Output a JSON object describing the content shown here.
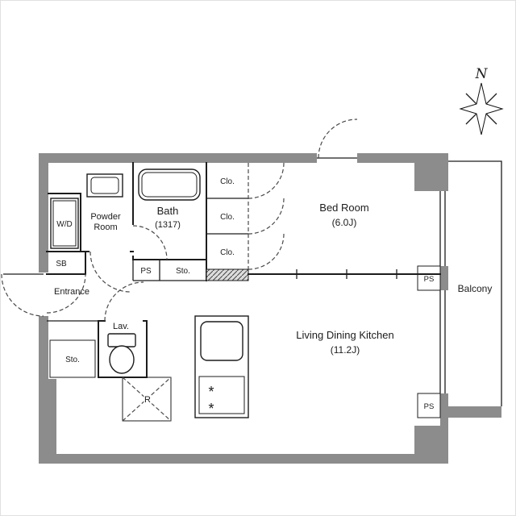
{
  "compass": {
    "north": "N"
  },
  "rooms": {
    "bedroom": {
      "name": "Bed Room",
      "size": "(6.0J)"
    },
    "ldk": {
      "name": "Living Dining Kitchen",
      "size": "(11.2J)"
    },
    "bath": {
      "name": "Bath",
      "size": "(1317)"
    },
    "powder": {
      "line1": "Powder",
      "line2": "Room"
    },
    "balcony": {
      "name": "Balcony"
    },
    "entrance": {
      "name": "Entrance"
    },
    "lav": {
      "name": "Lav."
    }
  },
  "fixtures": {
    "wd": "W/D",
    "sb": "SB",
    "sto_hall": "Sto.",
    "sto_entrance": "Sto.",
    "ps_hall": "PS",
    "ps_bedroom": "PS",
    "ps_ldk": "PS",
    "refrigerator": "R",
    "clo1": "Clo.",
    "clo2": "Clo.",
    "clo3": "Clo."
  },
  "colors": {
    "wall_gray": "#8c8c8c",
    "line_black": "#1c1c1c",
    "dash_gray": "#4a4a4a"
  }
}
